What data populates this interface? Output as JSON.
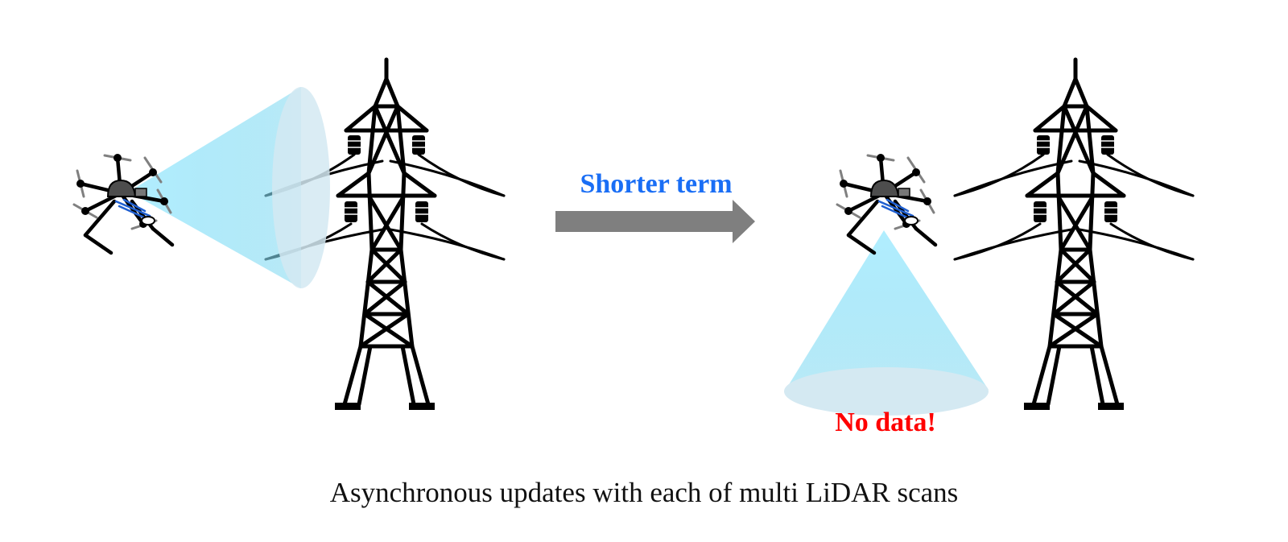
{
  "transition": {
    "label": "Shorter term"
  },
  "warning": {
    "label": "No data!"
  },
  "caption": "Asynchronous updates with each of multi LiDAR scans",
  "icons": [
    "drone-icon",
    "power-tower-icon",
    "lidar-beam",
    "arrow-right-icon"
  ],
  "colors": {
    "transition_text": "#1a6ef5",
    "warning_text": "#ff0000",
    "arrow": "#7f7f7f",
    "beam": "#7fd8f0",
    "beam_base": "#d4e9f2"
  }
}
